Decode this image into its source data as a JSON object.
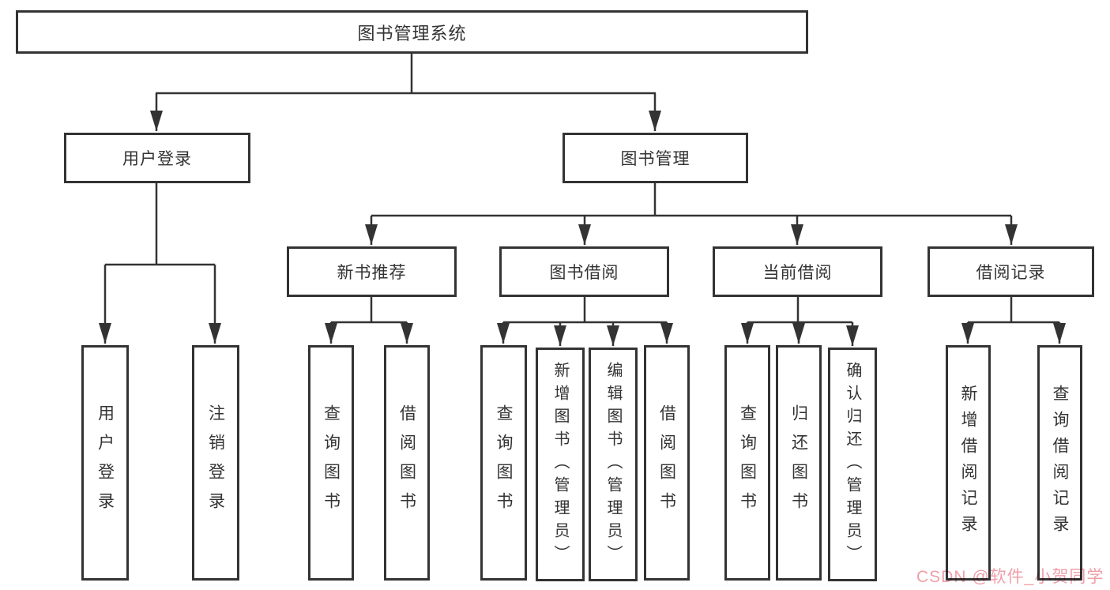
{
  "diagram": {
    "root": {
      "label": "图书管理系统"
    },
    "login": {
      "label": "用户登录",
      "leaves": [
        "用户登录",
        "注销登录"
      ]
    },
    "management": {
      "label": "图书管理"
    },
    "sections": [
      {
        "label": "新书推荐",
        "leaves": [
          "查询图书",
          "借阅图书"
        ]
      },
      {
        "label": "图书借阅",
        "leaves": [
          "查询图书",
          "新增图书（管理员）",
          "编辑图书（管理员）",
          "借阅图书"
        ]
      },
      {
        "label": "当前借阅",
        "leaves": [
          "查询图书",
          "归还图书",
          "确认归还（管理员）"
        ]
      },
      {
        "label": "借阅记录",
        "leaves": [
          "新增借阅记录",
          "查询借阅记录"
        ]
      }
    ]
  },
  "watermark": {
    "text": "CSDN @软件_小贺同学",
    "color": "#ef9fa9"
  },
  "colors": {
    "border": "#333333",
    "line": "#333333",
    "text": "#333333",
    "background": "#ffffff"
  }
}
